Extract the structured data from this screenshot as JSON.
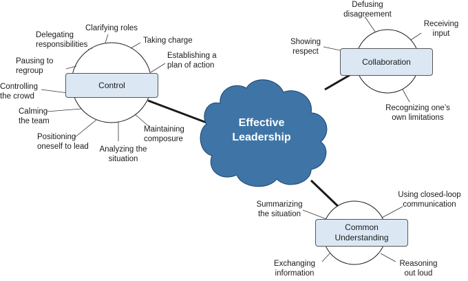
{
  "center": {
    "title": "Effective\nLeadership"
  },
  "nodes": {
    "control": {
      "label": "Control",
      "branches": [
        "Clarifying roles",
        "Delegating\nresponsibilities",
        "Taking charge",
        "Pausing to\nregroup",
        "Establishing a\nplan of action",
        "Controlling\nthe crowd",
        "Calming\nthe team",
        "Positioning\noneself to lead",
        "Analyzing the\nsituation",
        "Maintaining\ncomposure"
      ]
    },
    "collaboration": {
      "label": "Collaboration",
      "branches": [
        "Defusing\ndisagreement",
        "Receiving\ninput",
        "Showing\nrespect",
        "Recognizing one’s\nown limitations"
      ]
    },
    "common_understanding": {
      "label": "Common\nUnderstanding",
      "branches": [
        "Summarizing\nthe situation",
        "Using closed-loop\ncommunication",
        "Exchanging\ninformation",
        "Reasoning\nout loud"
      ]
    }
  },
  "colors": {
    "cloud": "#3f75a6",
    "box_fill": "#dbe8f4",
    "line": "#1a1a1a"
  }
}
